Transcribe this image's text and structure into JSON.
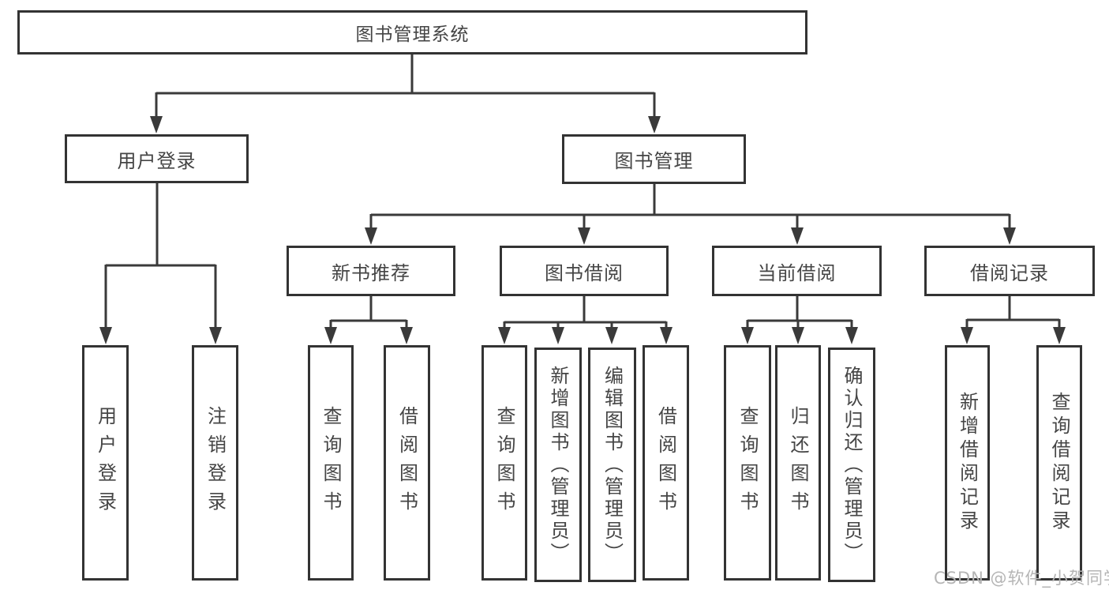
{
  "diagram_type": "hierarchy-flowchart",
  "colors": {
    "background": "#ffffff",
    "box_border": "#333333",
    "connector_line": "#3a3a3a",
    "text": "#454545",
    "watermark_text": "#b5b5b5"
  },
  "watermark": {
    "text": "CSDN @软件_小贺同学"
  },
  "tree": {
    "label": "图书管理系统",
    "children": [
      {
        "label": "用户登录",
        "children": [
          {
            "label": "用户登录"
          },
          {
            "label": "注销登录"
          }
        ]
      },
      {
        "label": "图书管理",
        "children": [
          {
            "label": "新书推荐",
            "children": [
              {
                "label": "查询图书"
              },
              {
                "label": "借阅图书"
              }
            ]
          },
          {
            "label": "图书借阅",
            "children": [
              {
                "label": "查询图书"
              },
              {
                "label": "新增图书（管理员）"
              },
              {
                "label": "编辑图书（管理员）"
              },
              {
                "label": "借阅图书"
              }
            ]
          },
          {
            "label": "当前借阅",
            "children": [
              {
                "label": "查询图书"
              },
              {
                "label": "归还图书"
              },
              {
                "label": "确认归还（管理员）"
              }
            ]
          },
          {
            "label": "借阅记录",
            "children": [
              {
                "label": "新增借阅记录"
              },
              {
                "label": "查询借阅记录"
              }
            ]
          }
        ]
      }
    ]
  }
}
